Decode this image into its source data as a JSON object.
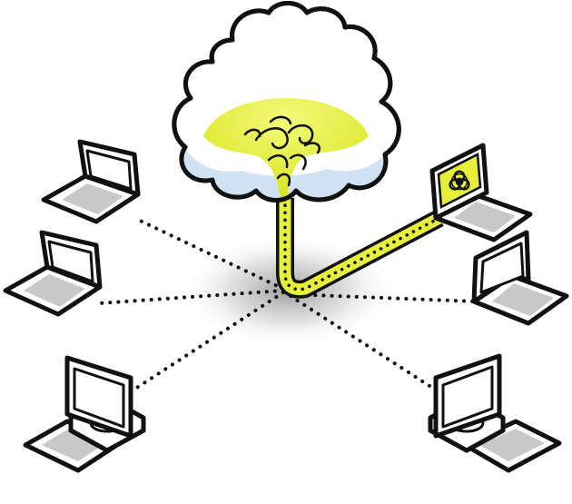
{
  "diagram": {
    "nodes": [
      {
        "id": "cloud",
        "kind": "cloud",
        "icon": "cloud-icon"
      },
      {
        "id": "laptop-infected",
        "kind": "laptop",
        "icon": "laptop-icon",
        "screen_icon": "biohazard-icon",
        "infected": true
      },
      {
        "id": "laptop-top-left",
        "kind": "laptop",
        "icon": "laptop-icon",
        "infected": false
      },
      {
        "id": "laptop-mid-left",
        "kind": "laptop",
        "icon": "laptop-icon",
        "infected": false
      },
      {
        "id": "laptop-mid-right",
        "kind": "laptop",
        "icon": "laptop-icon",
        "infected": false
      },
      {
        "id": "desktop-bottom-left",
        "kind": "desktop",
        "icon": "desktop-computer-icon",
        "infected": false
      },
      {
        "id": "desktop-bottom-right",
        "kind": "desktop",
        "icon": "desktop-computer-icon",
        "infected": false
      }
    ],
    "links": [
      {
        "from": "cloud",
        "to": "laptop-infected",
        "style": "infected-pipe"
      },
      {
        "from": "hub",
        "to": "laptop-top-left",
        "style": "dotted"
      },
      {
        "from": "hub",
        "to": "laptop-mid-left",
        "style": "dotted"
      },
      {
        "from": "hub",
        "to": "laptop-mid-right",
        "style": "dotted"
      },
      {
        "from": "hub",
        "to": "desktop-bottom-left",
        "style": "dotted"
      },
      {
        "from": "hub",
        "to": "desktop-bottom-right",
        "style": "dotted"
      }
    ]
  },
  "colors": {
    "outline": "#111111",
    "infection": "#e6ef3a",
    "cloud_fill": "#ffffff",
    "cloud_shade": "#cfe3f4",
    "screen": "#ffffff",
    "keyboard": "#c8c8c8",
    "hub_shadow": "#9a9a9a"
  }
}
